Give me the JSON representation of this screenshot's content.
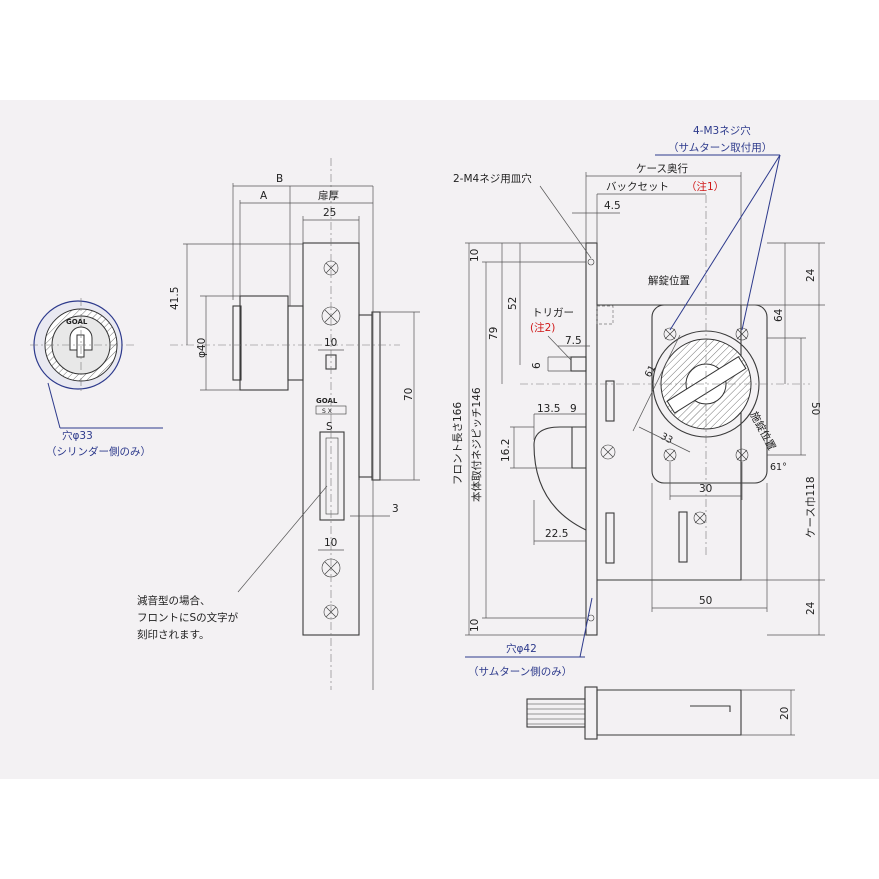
{
  "labels": {
    "B": "B",
    "A": "A",
    "door_thickness": "扉厚",
    "d25": "25",
    "d41_5": "41.5",
    "phi40": "φ40",
    "d10_top": "10",
    "d70": "70",
    "d3": "3",
    "d10_bottom": "10",
    "s_mark": "S",
    "logo_coal": "GOAL",
    "logo_sx": "S X",
    "cyl_hole": "穴φ33",
    "cyl_note": "（シリンダー側のみ）",
    "quiet_note_1": "減音型の場合、",
    "quiet_note_2": "フロントにSの文字が",
    "quiet_note_3": "刻印されます。",
    "m3_holes": "4-M3ネジ穴",
    "m3_note": "（サムターン取付用）",
    "case_depth": "ケース奥行",
    "m4_holes": "2-M4ネジ用皿穴",
    "backset": "バックセット",
    "note1": "（注1）",
    "d4_5": "4.5",
    "unlock_pos": "解錠位置",
    "lock_pos": "施錠位置",
    "trigger": "トリガー",
    "note2": "(注2)",
    "d52": "52",
    "d79": "79",
    "d7_5": "7.5",
    "d6": "6",
    "d13_5": "13.5",
    "d9": "9",
    "d16_2": "16.2",
    "d22_5": "22.5",
    "d61": "61",
    "d33": "33",
    "d30": "30",
    "d64": "64",
    "d50_v": "50",
    "d61deg": "61°",
    "d24_top": "24",
    "d24_bottom": "24",
    "case_width": "ケース巾118",
    "d50_h": "50",
    "d10_front_top": "10",
    "d10_front_bottom": "10",
    "front_len": "フロント長さ166",
    "body_pitch": "本体取付ネジピッチ146",
    "thumb_hole": "穴φ42",
    "thumb_note": "（サムターン側のみ）",
    "d20": "20"
  },
  "colors": {
    "background": "#f3f1f3",
    "line": "#3a3a3a",
    "blue": "#2d3a8c",
    "red": "#d01818"
  }
}
